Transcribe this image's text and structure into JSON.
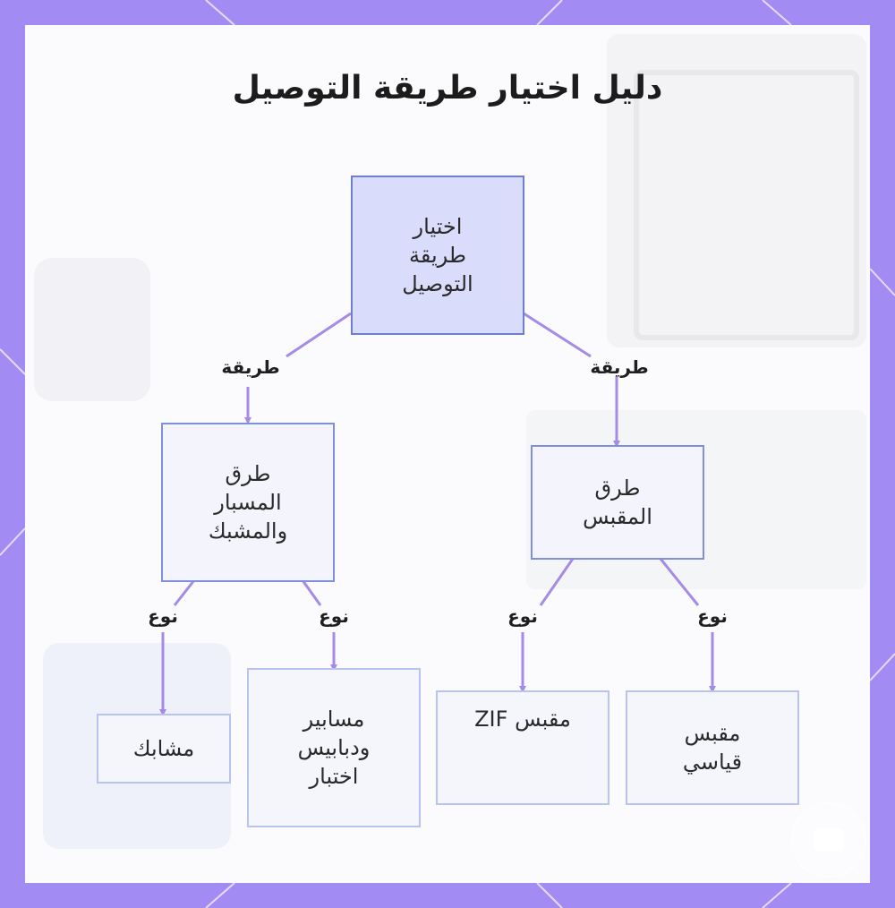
{
  "title": "دليل اختيار طريقة التوصيل",
  "nodes": {
    "root": "اختيار طريقة التوصيل",
    "probe": "طرق المسبار والمشبك",
    "socket": "طرق المقبس",
    "clips": "مشابك",
    "pins": "مسابير ودبابيس اختبار",
    "zif": "مقبس ZIF",
    "standard": "مقبس قياسي"
  },
  "edges": {
    "root_probe": "طريقة",
    "root_socket": "طريقة",
    "probe_clips": "نوع",
    "probe_pins": "نوع",
    "socket_zif": "نوع",
    "socket_standard": "نوع"
  },
  "colors": {
    "frame": "#a38bf4",
    "edge": "#a58ae6",
    "root_fill": "#dadcfb",
    "root_border": "#6f7fcc",
    "node_border": "#7f8fdb",
    "leaf_border": "#b9c3ef"
  }
}
